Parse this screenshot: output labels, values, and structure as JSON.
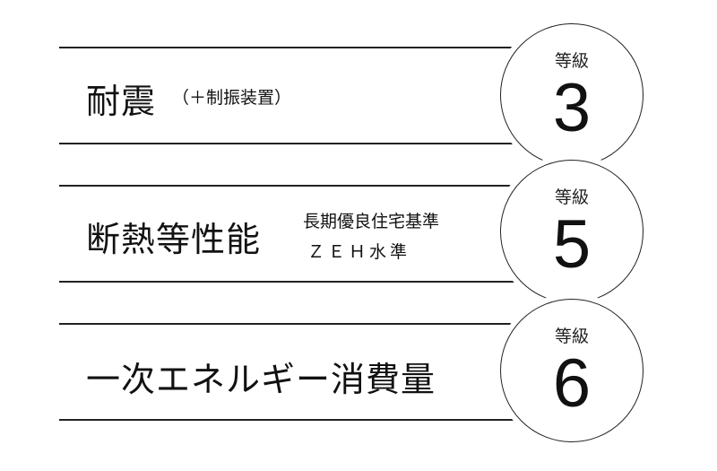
{
  "rows": [
    {
      "title": "耐震",
      "note": "（＋制振装置）",
      "grade_label": "等級",
      "grade": "3"
    },
    {
      "title": "断熱等性能",
      "note_lines": [
        "長期優良住宅基準",
        "ＺＥＨ水準"
      ],
      "grade_label": "等級",
      "grade": "5"
    },
    {
      "title": "一次エネルギー消費量",
      "grade_label": "等級",
      "grade": "6"
    }
  ]
}
